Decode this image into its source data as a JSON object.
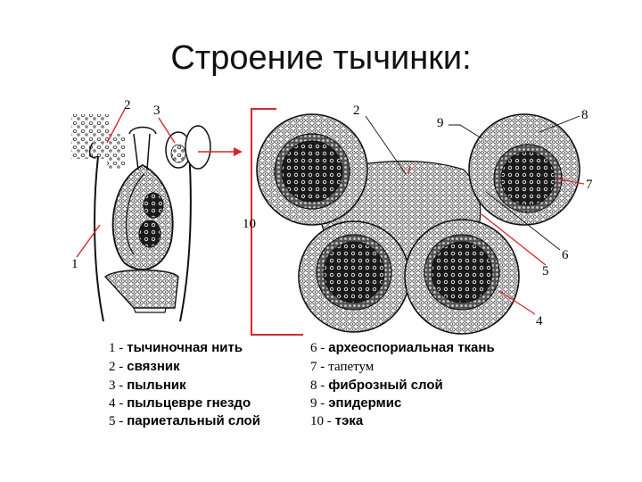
{
  "title": "Строение тычинки:",
  "figure_labels": {
    "left_2": "2",
    "left_3": "3",
    "left_1": "1",
    "cs_2": "2",
    "cs_8": "8",
    "cs_9": "9",
    "cs_7": "7",
    "cs_10": "10",
    "cs_6": "6",
    "cs_5": "5",
    "cs_4": "4"
  },
  "legend": {
    "left": [
      {
        "num": "1 -",
        "text": "тычиночная нить"
      },
      {
        "num": "2 -",
        "text": "связник"
      },
      {
        "num": "3 -",
        "text": "пыльник"
      },
      {
        "num": "4 -",
        "text": "пыльцевре гнездо"
      },
      {
        "num": "5 -",
        "text": "париетальный слой"
      }
    ],
    "right": [
      {
        "num": "6 -",
        "text": "археоспориальная ткань"
      },
      {
        "num": "7 -",
        "text": "тапетум"
      },
      {
        "num": "8 -",
        "text": "фиброзный слой"
      },
      {
        "num": "9 -",
        "text": "эпидермис"
      },
      {
        "num": "10 -",
        "text": "тэка"
      }
    ]
  },
  "colors": {
    "bracket_red": "#d9262b",
    "pointer_red": "#d9262b",
    "ink": "#111111"
  }
}
